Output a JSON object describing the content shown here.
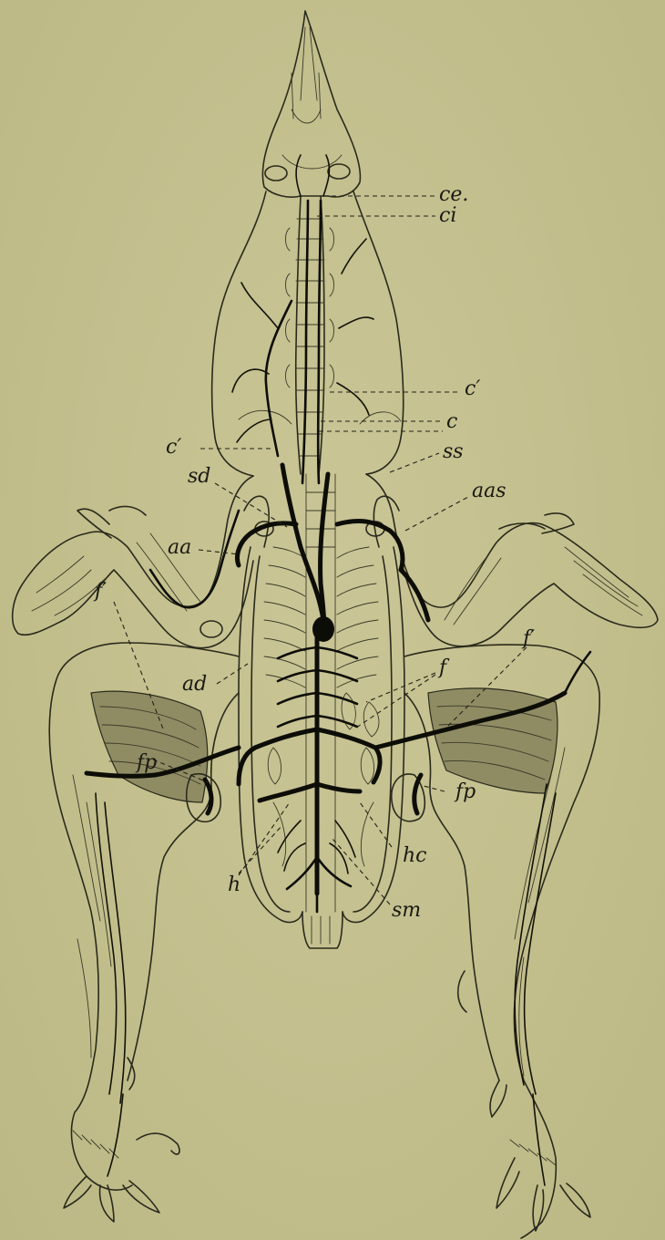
{
  "figure": {
    "labels": {
      "ce": "ce.",
      "ci": "ci",
      "c_prime_right": "c′",
      "c": "c",
      "c_prime_left": "c′",
      "ss": "ss",
      "sd": "sd",
      "aas": "aas",
      "aa": "aa",
      "f_prime_left": "f′",
      "ad": "ad",
      "f": "f",
      "f_prime_right": "f′",
      "fp_left": "fp",
      "fp_right": "fp",
      "hc": "hc",
      "h": "h",
      "sm": "sm"
    },
    "colors": {
      "paper": "#c4c090",
      "ink": "#1a1a12",
      "vessel": "#0d0d08"
    }
  }
}
